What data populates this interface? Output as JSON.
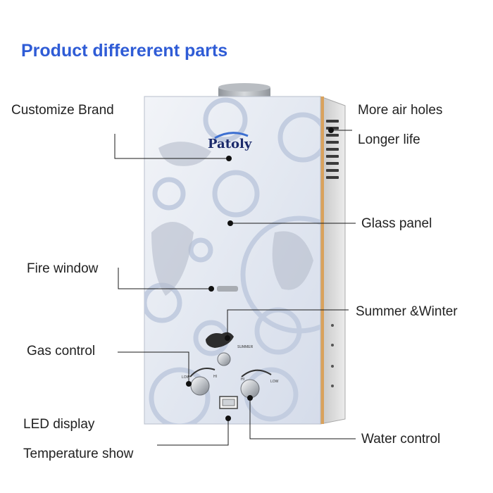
{
  "title": "Product differerent parts",
  "brand_name": "Patoly",
  "knob_texts": {
    "summer": "SUMMER",
    "low_left": "LOW",
    "high_left": "HI",
    "low_right": "LOW",
    "high_right": "HI"
  },
  "callouts": {
    "customize_brand": "Customize Brand",
    "more_air_holes": "More air holes",
    "longer_life": "Longer life",
    "glass_panel": "Glass panel",
    "fire_window": "Fire window",
    "summer_winter": "Summer &Winter",
    "gas_control": "Gas control",
    "led_display": "LED display",
    "temperature_show": "Temperature show",
    "water_control": "Water control"
  },
  "colors": {
    "title": "#2f5cd6",
    "edge_wood": "#d9a25c",
    "glass_base": "#e6eaf2",
    "circle": "#c9d3e6",
    "leader": "#1a1a1a"
  }
}
